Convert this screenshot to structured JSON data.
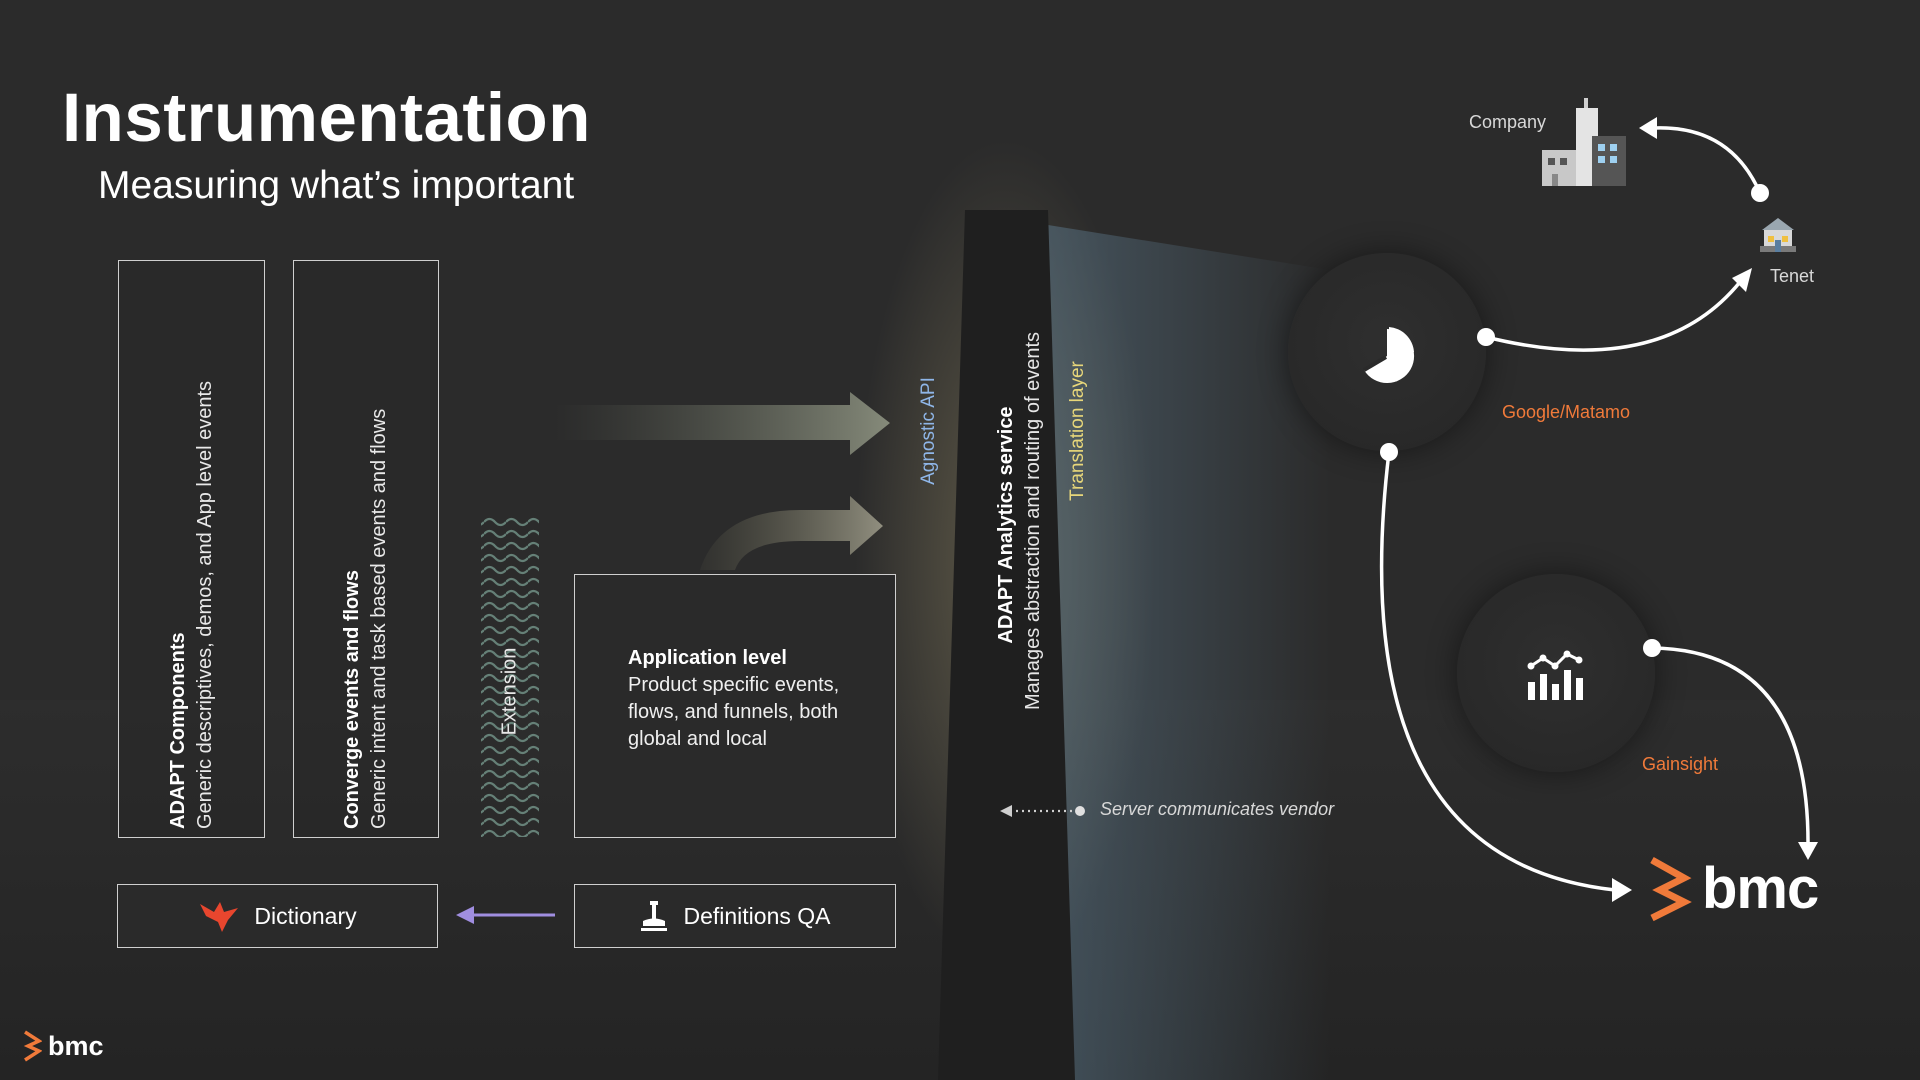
{
  "slide": {
    "title": "Instrumentation",
    "subtitle": "Measuring what’s important"
  },
  "left_boxes": [
    {
      "title": "ADAPT Components",
      "body": "Generic descriptives, demos, and App level events"
    },
    {
      "title": "Converge events and flows",
      "body": "Generic intent and task based events and flows"
    }
  ],
  "extension_label": "Extension",
  "application_box": {
    "title": "Application level",
    "body": "Product specific events, flows, and funnels, both global and local"
  },
  "dictionary": {
    "label": "Dictionary",
    "icon": "bird-icon"
  },
  "definitions_qa": {
    "label": "Definitions QA",
    "icon": "stamp-icon"
  },
  "pillar": {
    "agnostic_api": "Agnostic API",
    "title": "ADAPT Analytics service",
    "body": "Manages abstraction and routing of events",
    "translation_layer": "Translation layer"
  },
  "server_note": "Server communicates vendor",
  "vendors": {
    "google": "Google/Matamo",
    "gainsight": "Gainsight",
    "company": "Company",
    "tenet": "Tenet",
    "bmc_logo": "bmc"
  },
  "footer_logo": "bmc",
  "colors": {
    "accent_orange": "#f07a3a",
    "api_blue": "#8fb6e8",
    "translation_yellow": "#e8d77a",
    "arrow_purple": "#a08ee0"
  }
}
